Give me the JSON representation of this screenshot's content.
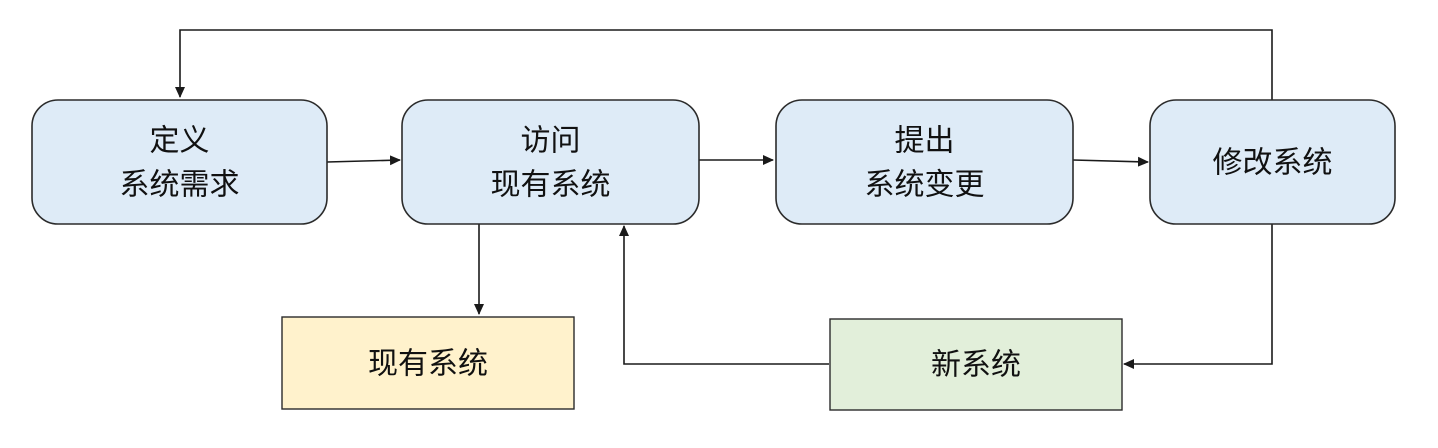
{
  "nodes": {
    "define": {
      "lines": [
        "定义",
        "系统需求"
      ],
      "fill": "#deebf7",
      "stroke": "#2b2b2b"
    },
    "access": {
      "lines": [
        "访问",
        "现有系统"
      ],
      "fill": "#deebf7",
      "stroke": "#2b2b2b"
    },
    "propose": {
      "lines": [
        "提出",
        "系统变更"
      ],
      "fill": "#deebf7",
      "stroke": "#2b2b2b"
    },
    "modify": {
      "lines": [
        "修改系统"
      ],
      "fill": "#deebf7",
      "stroke": "#2b2b2b"
    },
    "existing": {
      "lines": [
        "现有系统"
      ],
      "fill": "#fff2cc",
      "stroke": "#2b2b2b"
    },
    "new": {
      "lines": [
        "新系统"
      ],
      "fill": "#e2efda",
      "stroke": "#2b2b2b"
    }
  }
}
